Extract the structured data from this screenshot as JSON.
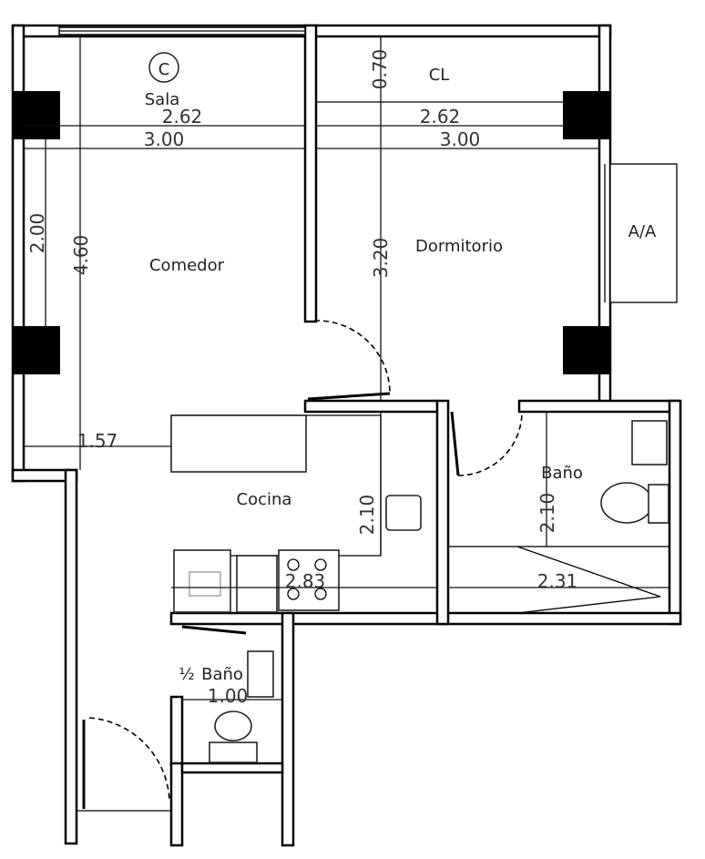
{
  "rooms": {
    "sala": "Sala",
    "sala_marker": "C",
    "comedor": "Comedor",
    "closet": "CL",
    "dormitorio": "Dormitorio",
    "aa": "A/A",
    "cocina": "Cocina",
    "bano": "Baño",
    "medio_bano_fraction": "½",
    "medio_bano": "Baño"
  },
  "dimensions": {
    "sala_width_inner": "2.62",
    "sala_width": "3.00",
    "dorm_width_inner": "2.62",
    "dorm_width": "3.00",
    "closet_depth": "0.70",
    "comedor_window": "2.00",
    "comedor_length": "4.60",
    "dorm_length": "3.20",
    "comedor_offset": "1.57",
    "cocina_depth": "2.10",
    "cocina_width": "2.83",
    "bano_depth": "2.10",
    "bano_width": "2.31",
    "medio_bano_width": "1.00"
  }
}
